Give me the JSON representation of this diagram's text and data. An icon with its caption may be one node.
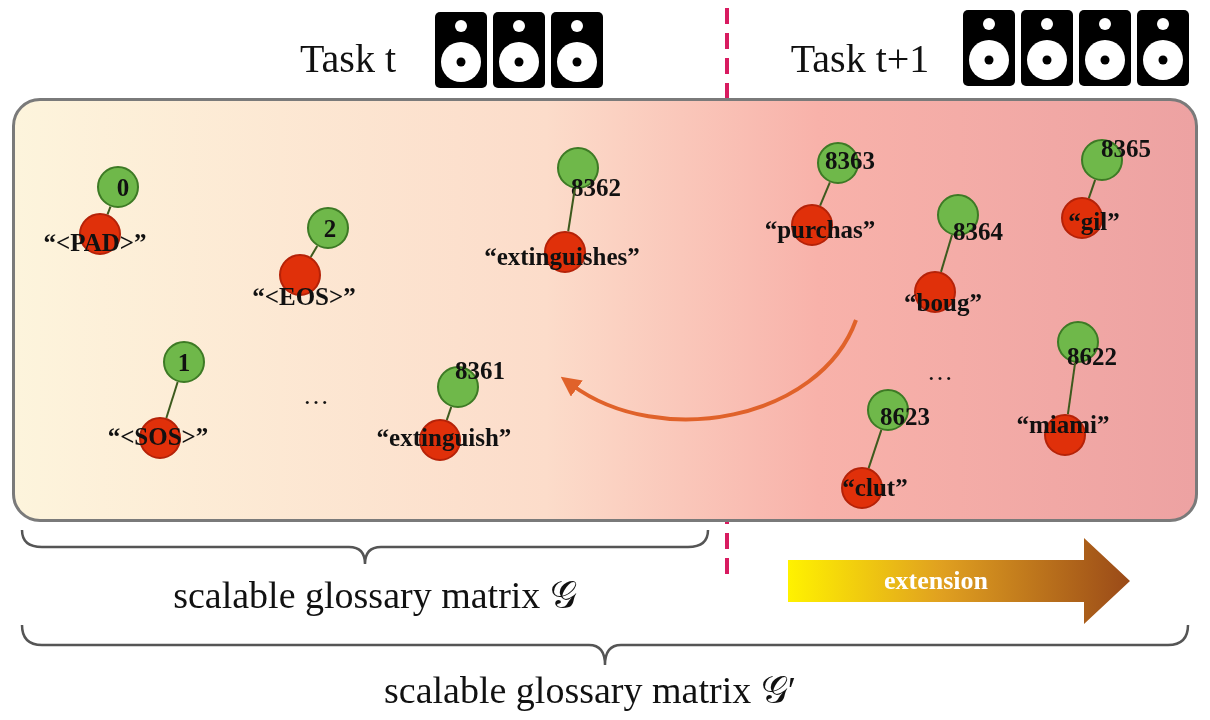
{
  "diagram": {
    "nodes": [
      {
        "text": [],
        "shape": "box"
      },
      {
        "text": [
          "0"
        ],
        "in": 0
      },
      {
        "text": [
          "“<PAD>”"
        ],
        "in": 0
      },
      {
        "text": [
          "1"
        ],
        "in": 0
      },
      {
        "text": [
          "“<SOS>”"
        ],
        "in": 0
      },
      {
        "text": [
          "2"
        ],
        "in": 0
      },
      {
        "text": [
          "“<EOS>”"
        ],
        "in": 0
      },
      {
        "text": [
          "8361"
        ],
        "in": 0
      },
      {
        "text": [
          "“extinguish”"
        ],
        "in": 0
      },
      {
        "text": [
          "8362"
        ],
        "in": 0
      },
      {
        "text": [
          "“extinguishes”"
        ],
        "in": 0
      },
      {
        "text": [
          "8363"
        ],
        "in": 0
      },
      {
        "text": [
          "“purchas”"
        ],
        "in": 0
      },
      {
        "text": [
          "8364"
        ],
        "in": 0
      },
      {
        "text": [
          "“boug”"
        ],
        "in": 0
      },
      {
        "text": [
          "8365"
        ],
        "in": 0
      },
      {
        "text": [
          "“gil”"
        ],
        "in": 0
      },
      {
        "text": [
          "8622"
        ],
        "in": 0
      },
      {
        "text": [
          "“miami”"
        ],
        "in": 0
      },
      {
        "text": [
          "8623"
        ],
        "in": 0
      },
      {
        "text": [
          "“clut”"
        ],
        "in": 0
      },
      {
        "text": [
          "extension"
        ]
      }
    ],
    "edges": [
      {
        "from": 1,
        "to": 2,
        "arrow": "none"
      },
      {
        "from": 3,
        "to": 4,
        "arrow": "none"
      },
      {
        "from": 5,
        "to": 6,
        "arrow": "none"
      },
      {
        "from": 7,
        "to": 8,
        "arrow": "none"
      },
      {
        "from": 9,
        "to": 10,
        "arrow": "none"
      },
      {
        "from": 11,
        "to": 12,
        "arrow": "none"
      },
      {
        "from": 13,
        "to": 14,
        "arrow": "none"
      },
      {
        "from": 15,
        "to": 16,
        "arrow": "none"
      },
      {
        "from": 17,
        "to": 18,
        "arrow": "none"
      },
      {
        "from": 19,
        "to": 20,
        "arrow": "none"
      }
    ],
    "labels": [
      "Task t",
      "Task t+1",
      "…",
      "…",
      "scalable glossary matrix 𝒢",
      "scalable glossary matrix 𝒢′"
    ]
  }
}
